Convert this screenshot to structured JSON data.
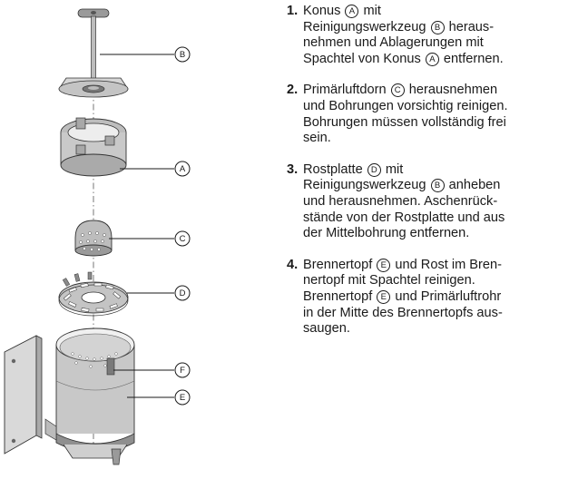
{
  "labels": [
    "B",
    "A",
    "C",
    "D",
    "F",
    "E"
  ],
  "steps": [
    {
      "num": "1.",
      "lines": [
        [
          "Konus ",
          {
            "ref": "A"
          },
          " mit"
        ],
        [
          "Reinigungswerkzeug ",
          {
            "ref": "B"
          },
          " heraus-"
        ],
        [
          "nehmen und Ablagerungen mit"
        ],
        [
          "Spachtel von Konus ",
          {
            "ref": "A"
          },
          " entfernen."
        ]
      ]
    },
    {
      "num": "2.",
      "lines": [
        [
          "Primärluftdorn ",
          {
            "ref": "C"
          },
          " herausnehmen"
        ],
        [
          "und Bohrungen vorsichtig reinigen."
        ],
        [
          "Bohrungen müssen vollständig frei"
        ],
        [
          "sein."
        ]
      ]
    },
    {
      "num": "3.",
      "lines": [
        [
          "Rostplatte ",
          {
            "ref": "D"
          },
          " mit"
        ],
        [
          "Reinigungswerkzeug ",
          {
            "ref": "B"
          },
          " anheben"
        ],
        [
          "und herausnehmen. Aschenrück-"
        ],
        [
          "stände von der Rostplatte und aus"
        ],
        [
          "der Mittelbohrung entfernen."
        ]
      ]
    },
    {
      "num": "4.",
      "lines": [
        [
          "Brennertopf ",
          {
            "ref": "E"
          },
          " und Rost im Bren-"
        ],
        [
          "nertopf mit Spachtel reinigen."
        ],
        [
          "Brennertopf ",
          {
            "ref": "E"
          },
          " und Primärluftrohr"
        ],
        [
          "in der Mitte des Brennertopfs aus-"
        ],
        [
          "saugen."
        ]
      ]
    }
  ]
}
